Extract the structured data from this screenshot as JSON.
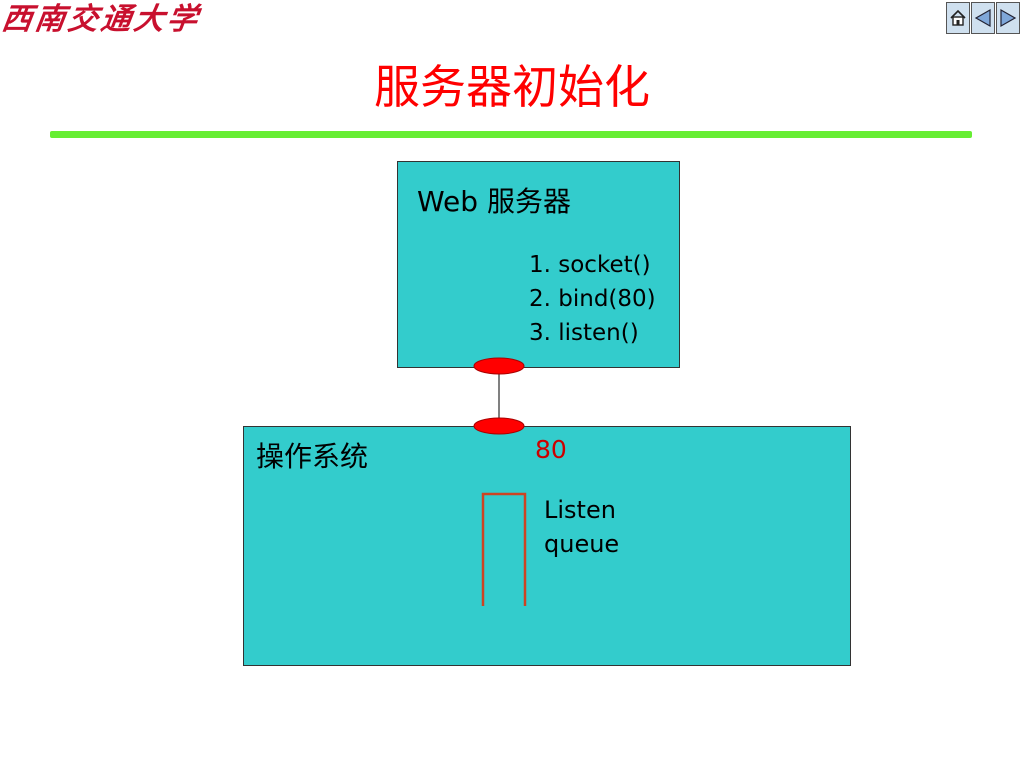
{
  "header": {
    "logo_text": "西南交通大学",
    "nav": {
      "home_icon": "home-icon",
      "prev_icon": "triangle-left-icon",
      "next_icon": "triangle-right-icon"
    }
  },
  "slide": {
    "title": "服务器初始化",
    "web_server": {
      "label": "Web 服务器",
      "steps": [
        "1. socket()",
        "2. bind(80)",
        "3. listen()"
      ]
    },
    "os": {
      "label": "操作系统",
      "port": "80",
      "queue_label_line1": "Listen",
      "queue_label_line2": "queue"
    }
  },
  "colors": {
    "title": "#ff0000",
    "accent_rule": "#66ee33",
    "box_fill": "#33cccc",
    "socket_endpoint": "#ff0000",
    "queue_outline": "#cc4422",
    "port_text": "#cc0000"
  }
}
